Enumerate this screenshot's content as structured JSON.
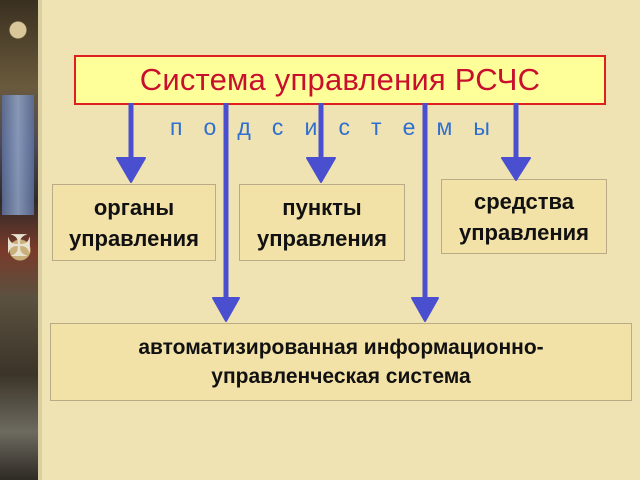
{
  "title": "Система управления РСЧС",
  "subtitle_letters": [
    "п",
    "о",
    "д",
    "с",
    "и",
    "с",
    "т",
    "е",
    "м",
    "ы"
  ],
  "boxes": {
    "organy": {
      "line1": "органы",
      "line2": "управления"
    },
    "punkty": {
      "line1": "пункты",
      "line2": "управления"
    },
    "sredstva": {
      "line1": "средства",
      "line2": "управления"
    },
    "aius": {
      "line1": "автоматизированная информационно-",
      "line2": "управленческая система"
    }
  },
  "colors": {
    "background": "#efe3b4",
    "title_fill": "#ffff99",
    "title_border": "#e02020",
    "title_text": "#c8102e",
    "subtitle_text": "#2f6fd0",
    "arrow": "#4a4fd0",
    "box_fill": "#f3e2a8"
  }
}
